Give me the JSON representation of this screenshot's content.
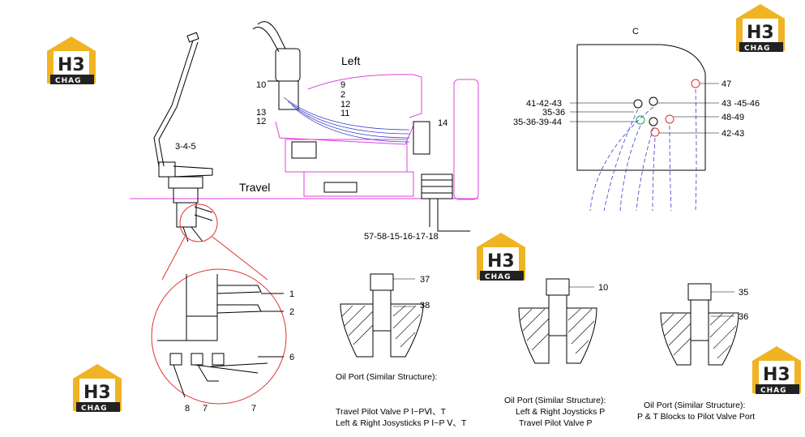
{
  "view_labels": {
    "c": "C",
    "left": "Left",
    "travel": "Travel"
  },
  "callouts": {
    "l3_4_5": "3-4-5",
    "l10": "10",
    "l9": "9",
    "l2": "2",
    "l12a": "12",
    "l13": "13",
    "l11": "11",
    "l12b": "12",
    "l14": "14",
    "l57": "57-58-15-16-17-18",
    "l47": "47",
    "l41": "41-42-43",
    "l35_36": "35-36",
    "l35_39": "35-36-39-44",
    "l43_46": "43 -45-46",
    "l48_49": "48-49",
    "l42_43": "42-43",
    "d1": "1",
    "d2": "2",
    "d6": "6",
    "d8": "8",
    "d7a": "7",
    "d7b": "7",
    "p37": "37",
    "p38": "38",
    "p10": "10",
    "p35": "35",
    "p36": "36"
  },
  "captions": {
    "cap1_title": "Oil Port (Similar Structure):",
    "cap1_line1": "Travel Pilot Valve P Ⅰ~PⅥ、T",
    "cap1_line2": "Left & Right Josysticks P Ⅰ~P Ⅴ、T",
    "cap2_title": "Oil Port (Similar Structure):",
    "cap2_line1": "Left & Right Joysticks P",
    "cap2_line2": "Travel Pilot Valve P",
    "cap3_title": "Oil Port (Similar Structure):",
    "cap3_line1": "P & T Blocks to Pilot Valve Port"
  },
  "logo": {
    "top_text": "H3",
    "bottom_text": "CHAG",
    "accent": "#f0b323",
    "dark": "#222222"
  },
  "colors": {
    "line": "#000000",
    "magenta": "#e040e0",
    "hose_blue": "#3a3ad0",
    "red": "#e03030",
    "green": "#20a040"
  }
}
